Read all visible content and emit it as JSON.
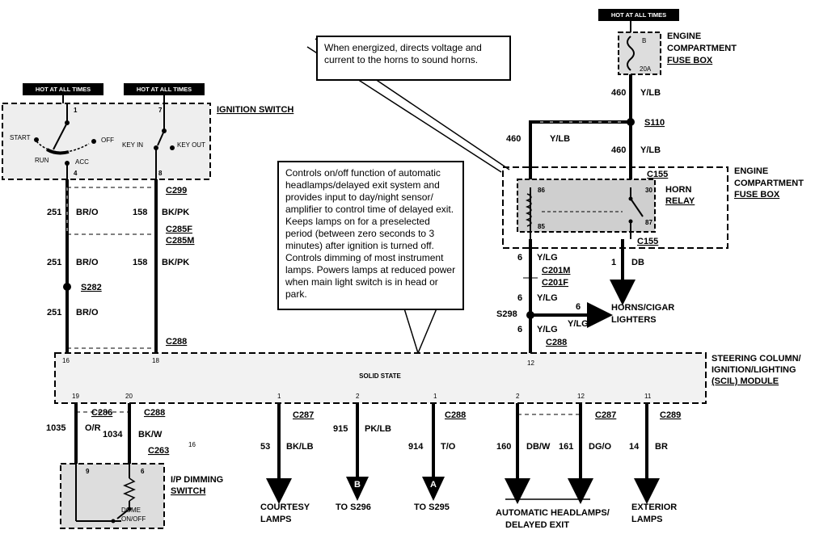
{
  "hot_at_all_times": "HOT AT ALL TIMES",
  "callout_horn": "When energized, directs voltage and current to the horns to sound horns.",
  "callout_scil": "Controls on/off function of automatic headlamps/delayed exit system and provides input to day/night sensor/ amplifier to control time of delayed exit. Keeps lamps on for a preselected period (between zero seconds to 3 minutes) after ignition is turned off. Controls dimming of most instrument lamps. Powers lamps at reduced power when main light switch is in head or park.",
  "ignition": {
    "title": "IGNITION SWITCH",
    "start": "START",
    "off": "OFF",
    "run": "RUN",
    "acc": "ACC",
    "key_in": "KEY IN",
    "key_out": "KEY OUT",
    "pin1": "1",
    "pin4": "4",
    "pin8": "8",
    "pin7": "7"
  },
  "fuse_top": {
    "title1": "ENGINE",
    "title2": "COMPARTMENT",
    "title3": "FUSE BOX",
    "fuse_num": "B",
    "fuse_amp": "20A"
  },
  "relay": {
    "box1": "ENGINE",
    "box2": "COMPARTMENT",
    "box3": "FUSE BOX",
    "name1": "HORN",
    "name2": "RELAY",
    "p86": "86",
    "p30": "30",
    "p85": "85",
    "p87": "87"
  },
  "circuits": {
    "c460a": "460",
    "ylb": "Y/LB",
    "c460b": "460",
    "c460c": "460",
    "s110": "S110",
    "c155a": "C155",
    "c155b": "C155",
    "c6a": "6",
    "ylg": "Y/LG",
    "c1": "1",
    "db": "DB",
    "c201m": "C201M",
    "c201f": "C201F",
    "c6b": "6",
    "s298": "S298",
    "c6c": "6",
    "c6d": "6",
    "c288r": "C288",
    "horns": "HORNS/CIGAR",
    "lighters": "LIGHTERS",
    "c251a": "251",
    "bro": "BR/O",
    "c158a": "158",
    "bkpk": "BK/PK",
    "c299": "C299",
    "c285f": "C285F",
    "c285m": "C285M",
    "c251b": "251",
    "c158b": "158",
    "s282": "S282",
    "c251c": "251",
    "c288l": "C288"
  },
  "module": {
    "title1": "STEERING COLUMN/",
    "title2": "IGNITION/LIGHTING",
    "title3": "(SCIL) MODULE",
    "solid_state": "SOLID STATE",
    "p16": "16",
    "p18": "18",
    "p12": "12",
    "p19": "19",
    "p20": "20",
    "p1a": "1",
    "p2a": "2",
    "p1b": "1",
    "p2b": "2",
    "p12b": "12",
    "p11": "11"
  },
  "bottom": {
    "c286": "C286",
    "c288a": "C288",
    "c263": "C263",
    "c1035": "1035",
    "or": "O/R",
    "c1034": "1034",
    "bkw": "BK/W",
    "n16": "16",
    "c287a": "C287",
    "c53": "53",
    "bklb": "BK/LB",
    "c915": "915",
    "pklb": "PK/LB",
    "c288b": "C288",
    "c914": "914",
    "to": "T/O",
    "c160": "160",
    "dbw": "DB/W",
    "c161": "161",
    "dgo": "DG/O",
    "c287b": "C287",
    "c14": "14",
    "br": "BR",
    "c289": "C289",
    "courtesy1": "COURTESY",
    "courtesy2": "LAMPS",
    "b": "B",
    "to_s296": "TO S296",
    "a": "A",
    "to_s295": "TO S295",
    "auto1": "AUTOMATIC HEADLAMPS/",
    "auto2": "DELAYED EXIT",
    "ext1": "EXTERIOR",
    "ext2": "LAMPS"
  },
  "dimming": {
    "title1": "I/P DIMMING",
    "title2": "SWITCH",
    "p9": "9",
    "p6": "6",
    "dome1": "DOME",
    "dome2": "ON/OFF"
  }
}
